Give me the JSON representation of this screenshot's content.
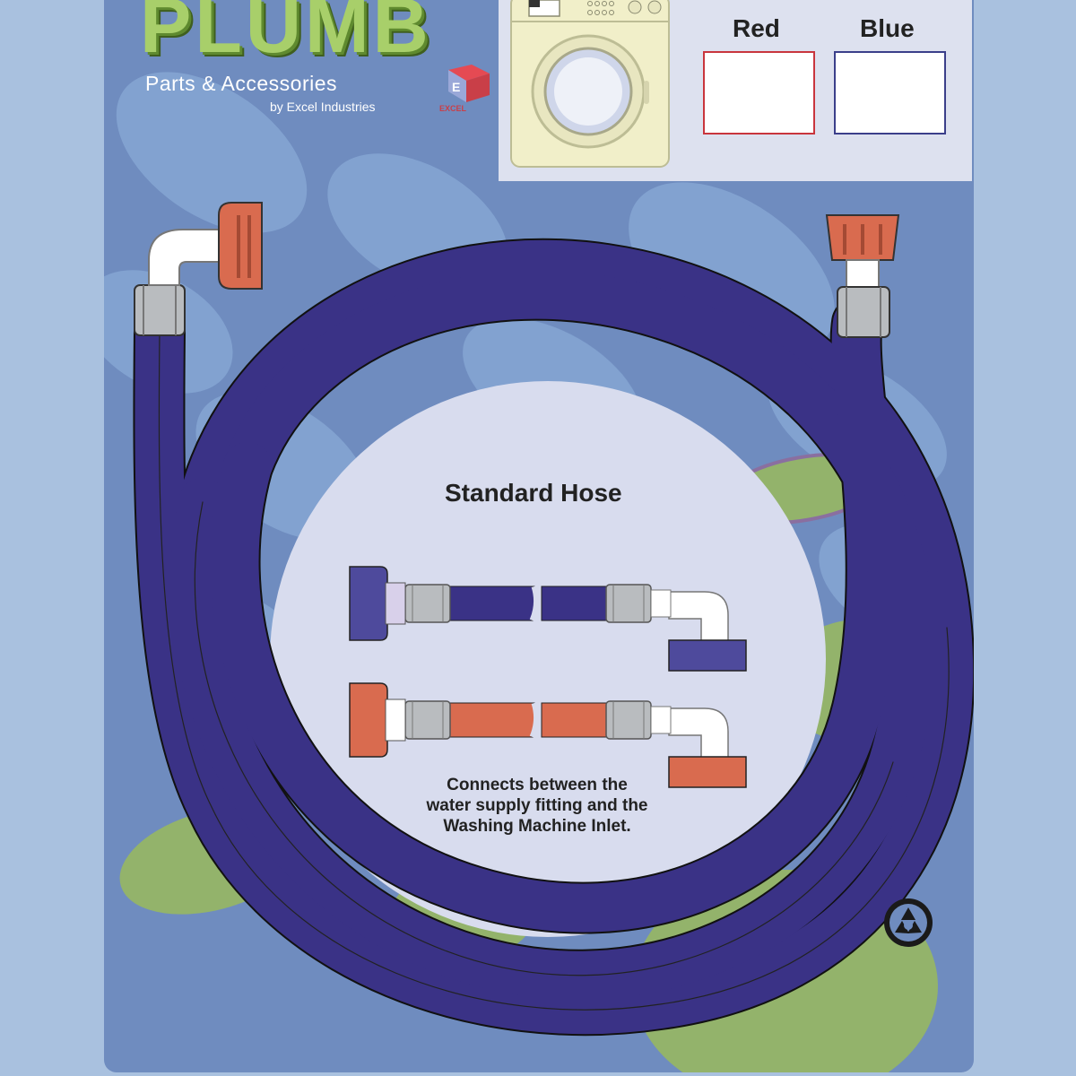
{
  "brand": {
    "name": "PLUMB",
    "tagline": "Parts & Accessories",
    "by_line": "by Excel Industries",
    "logo_text": "EXCEL",
    "logo_icon": "excel-cube-logo"
  },
  "color_options": {
    "red_label": "Red",
    "blue_label": "Blue",
    "red_color": "#c9353d",
    "blue_color": "#3b3f8a"
  },
  "illustration": {
    "washing_machine_icon": "washing-machine-icon",
    "hose_color": "#3a3286",
    "fitting_color": "#d96b4f"
  },
  "product_info": {
    "title": "Standard Hose",
    "description_lines": [
      "Connects between the",
      "water supply fitting and the",
      "Washing Machine Inlet."
    ]
  },
  "recycle_icon": "recycle-icon",
  "colors": {
    "page_bg": "#a9c1df",
    "card_bg": "#6f8cbf",
    "panel_bg": "#dde1ef",
    "circle_bg": "#d8dcee",
    "leaf_green": "#93b36b"
  }
}
